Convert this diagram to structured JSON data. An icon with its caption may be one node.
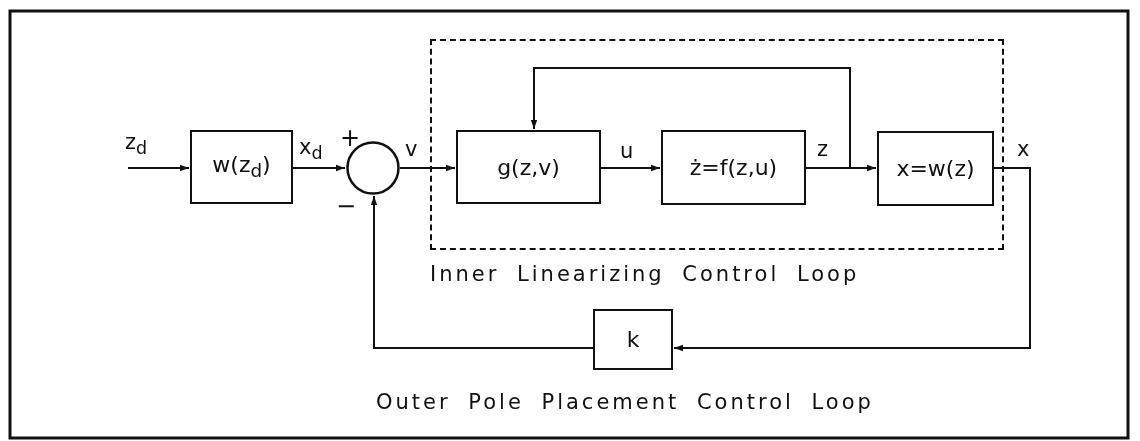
{
  "diagram": {
    "nodes": [
      {
        "text": [
          "z$_{d}$"
        ]
      },
      {
        "text": [
          "w(z$_{d}$)"
        ]
      },
      {
        "text": [],
        "shape": "circle",
        "beside": [
          "+",
          "−"
        ]
      },
      {
        "text": [
          "Inner Linearizing Control Loop"
        ]
      },
      {
        "text": [
          "g(z,v)"
        ],
        "in": 3
      },
      {
        "text": [
          "ż=f(z,u)"
        ],
        "in": 3
      },
      {
        "text": [
          "x=w(z)"
        ],
        "in": 3
      },
      {
        "text": [
          "k"
        ]
      }
    ],
    "edges": [
      {
        "from": 0,
        "to": 1,
        "arrow": "to"
      },
      {
        "from": 1,
        "to": 2,
        "arrow": "to",
        "label": "x$_{d}$"
      },
      {
        "from": 2,
        "to": 4,
        "arrow": "to",
        "label": "v"
      },
      {
        "from": 4,
        "to": 5,
        "arrow": "to",
        "label": "u"
      },
      {
        "from": 5,
        "to": 6,
        "arrow": "to",
        "label": "z"
      },
      {
        "from": 5,
        "to": 4,
        "arrow": "to"
      },
      {
        "from": 6,
        "to": 7,
        "arrow": "to",
        "label": "x"
      },
      {
        "from": 7,
        "to": 2,
        "arrow": "to"
      }
    ],
    "labels": [
      "Outer Pole Placement Control Loop"
    ]
  }
}
